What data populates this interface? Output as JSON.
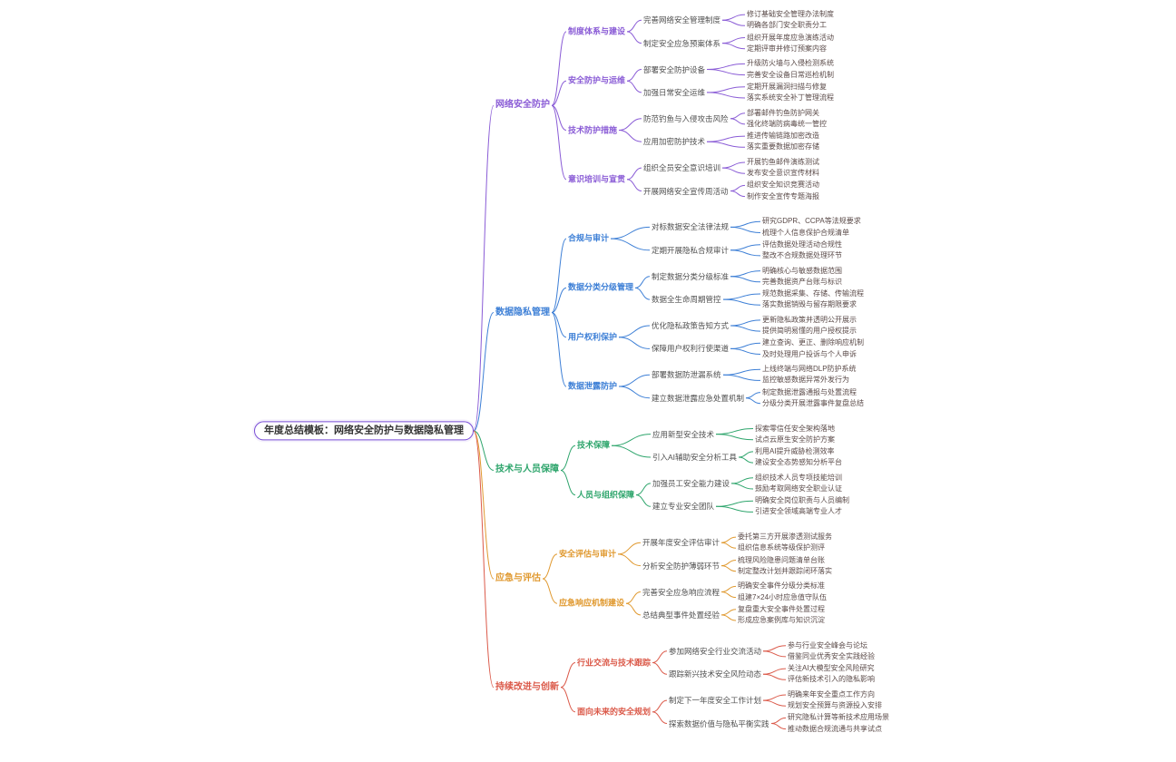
{
  "central": {
    "label": "年度总结模板：网络安全防护与数据隐私管理"
  },
  "branches": [
    {
      "label": "网络安全防护",
      "color": "#8A5CD6",
      "children": [
        {
          "label": "制度体系与建设",
          "children": [
            {
              "label": "完善网络安全管理制度",
              "children": [
                {
                  "label": "修订基础安全管理办法制度"
                },
                {
                  "label": "明确各部门安全职责分工"
                }
              ]
            },
            {
              "label": "制定安全应急预案体系",
              "children": [
                {
                  "label": "组织开展年度应急演练活动"
                },
                {
                  "label": "定期评审并修订预案内容"
                }
              ]
            }
          ]
        },
        {
          "label": "安全防护与运维",
          "children": [
            {
              "label": "部署安全防护设备",
              "children": [
                {
                  "label": "升级防火墙与入侵检测系统"
                },
                {
                  "label": "完善安全设备日常巡检机制"
                }
              ]
            },
            {
              "label": "加强日常安全运维",
              "children": [
                {
                  "label": "定期开展漏洞扫描与修复"
                },
                {
                  "label": "落实系统安全补丁管理流程"
                }
              ]
            }
          ]
        },
        {
          "label": "技术防护措施",
          "children": [
            {
              "label": "防范钓鱼与入侵攻击风险",
              "children": [
                {
                  "label": "部署邮件钓鱼防护网关"
                },
                {
                  "label": "强化终端防病毒统一管控"
                }
              ]
            },
            {
              "label": "应用加密防护技术",
              "children": [
                {
                  "label": "推进传输链路加密改造"
                },
                {
                  "label": "落实重要数据加密存储"
                }
              ]
            }
          ]
        },
        {
          "label": "意识培训与宣贯",
          "children": [
            {
              "label": "组织全员安全意识培训",
              "children": [
                {
                  "label": "开展钓鱼邮件演练测试"
                },
                {
                  "label": "发布安全意识宣传材料"
                }
              ]
            },
            {
              "label": "开展网络安全宣传周活动",
              "children": [
                {
                  "label": "组织安全知识竞赛活动"
                },
                {
                  "label": "制作安全宣传专题海报"
                }
              ]
            }
          ]
        }
      ]
    },
    {
      "label": "数据隐私管理",
      "color": "#3D7FD6",
      "children": [
        {
          "label": "合规与审计",
          "children": [
            {
              "label": "对标数据安全法律法规",
              "children": [
                {
                  "label": "研究GDPR、CCPA等法规要求"
                },
                {
                  "label": "梳理个人信息保护合规清单"
                }
              ]
            },
            {
              "label": "定期开展隐私合规审计",
              "children": [
                {
                  "label": "评估数据处理活动合规性"
                },
                {
                  "label": "整改不合规数据处理环节"
                }
              ]
            }
          ]
        },
        {
          "label": "数据分类分级管理",
          "children": [
            {
              "label": "制定数据分类分级标准",
              "children": [
                {
                  "label": "明确核心与敏感数据范围"
                },
                {
                  "label": "完善数据资产台账与标识"
                }
              ]
            },
            {
              "label": "数据全生命周期管控",
              "children": [
                {
                  "label": "规范数据采集、存储、传输流程"
                },
                {
                  "label": "落实数据销毁与留存期限要求"
                }
              ]
            }
          ]
        },
        {
          "label": "用户权利保护",
          "children": [
            {
              "label": "优化隐私政策告知方式",
              "children": [
                {
                  "label": "更新隐私政策并透明公开展示"
                },
                {
                  "label": "提供简明易懂的用户授权提示"
                }
              ]
            },
            {
              "label": "保障用户权利行使渠道",
              "children": [
                {
                  "label": "建立查询、更正、删除响应机制"
                },
                {
                  "label": "及时处理用户投诉与个人申诉"
                }
              ]
            }
          ]
        },
        {
          "label": "数据泄露防护",
          "children": [
            {
              "label": "部署数据防泄漏系统",
              "children": [
                {
                  "label": "上线终端与网络DLP防护系统"
                },
                {
                  "label": "监控敏感数据异常外发行为"
                }
              ]
            },
            {
              "label": "建立数据泄露应急处置机制",
              "children": [
                {
                  "label": "制定数据泄露通报与处置流程"
                },
                {
                  "label": "分级分类开展泄露事件复盘总结"
                }
              ]
            }
          ]
        }
      ]
    },
    {
      "label": "技术与人员保障",
      "color": "#2EA56C",
      "children": [
        {
          "label": "技术保障",
          "children": [
            {
              "label": "应用新型安全技术",
              "children": [
                {
                  "label": "探索零信任安全架构落地"
                },
                {
                  "label": "试点云原生安全防护方案"
                }
              ]
            },
            {
              "label": "引入AI辅助安全分析工具",
              "children": [
                {
                  "label": "利用AI提升威胁检测效率"
                },
                {
                  "label": "建设安全态势感知分析平台"
                }
              ]
            }
          ]
        },
        {
          "label": "人员与组织保障",
          "children": [
            {
              "label": "加强员工安全能力建设",
              "children": [
                {
                  "label": "组织技术人员专项技能培训"
                },
                {
                  "label": "鼓励考取网络安全职业认证"
                }
              ]
            },
            {
              "label": "建立专业安全团队",
              "children": [
                {
                  "label": "明确安全岗位职责与人员编制"
                },
                {
                  "label": "引进安全领域高端专业人才"
                }
              ]
            }
          ]
        }
      ]
    },
    {
      "label": "应急与评估",
      "color": "#E0992F",
      "children": [
        {
          "label": "安全评估与审计",
          "children": [
            {
              "label": "开展年度安全评估审计",
              "children": [
                {
                  "label": "委托第三方开展渗透测试服务"
                },
                {
                  "label": "组织信息系统等级保护测评"
                }
              ]
            },
            {
              "label": "分析安全防护薄弱环节",
              "children": [
                {
                  "label": "梳理风险隐患问题清单台账"
                },
                {
                  "label": "制定整改计划并跟踪闭环落实"
                }
              ]
            }
          ]
        },
        {
          "label": "应急响应机制建设",
          "children": [
            {
              "label": "完善安全应急响应流程",
              "children": [
                {
                  "label": "明确安全事件分级分类标准"
                },
                {
                  "label": "组建7×24小时应急值守队伍"
                }
              ]
            },
            {
              "label": "总结典型事件处置经验",
              "children": [
                {
                  "label": "复盘重大安全事件处置过程"
                },
                {
                  "label": "形成应急案例库与知识沉淀"
                }
              ]
            }
          ]
        }
      ]
    },
    {
      "label": "持续改进与创新",
      "color": "#DB5A4A",
      "children": [
        {
          "label": "行业交流与技术跟踪",
          "children": [
            {
              "label": "参加网络安全行业交流活动",
              "children": [
                {
                  "label": "参与行业安全峰会与论坛"
                },
                {
                  "label": "借鉴同业优秀安全实践经验"
                }
              ]
            },
            {
              "label": "跟踪新兴技术安全风险动态",
              "children": [
                {
                  "label": "关注AI大模型安全风险研究"
                },
                {
                  "label": "评估新技术引入的隐私影响"
                }
              ]
            }
          ]
        },
        {
          "label": "面向未来的安全规划",
          "children": [
            {
              "label": "制定下一年度安全工作计划",
              "children": [
                {
                  "label": "明确来年安全重点工作方向"
                },
                {
                  "label": "规划安全预算与资源投入安排"
                }
              ]
            },
            {
              "label": "探索数据价值与隐私平衡实践",
              "children": [
                {
                  "label": "研究隐私计算等新技术应用场景"
                },
                {
                  "label": "推动数据合规流通与共享试点"
                }
              ]
            }
          ]
        }
      ]
    }
  ]
}
